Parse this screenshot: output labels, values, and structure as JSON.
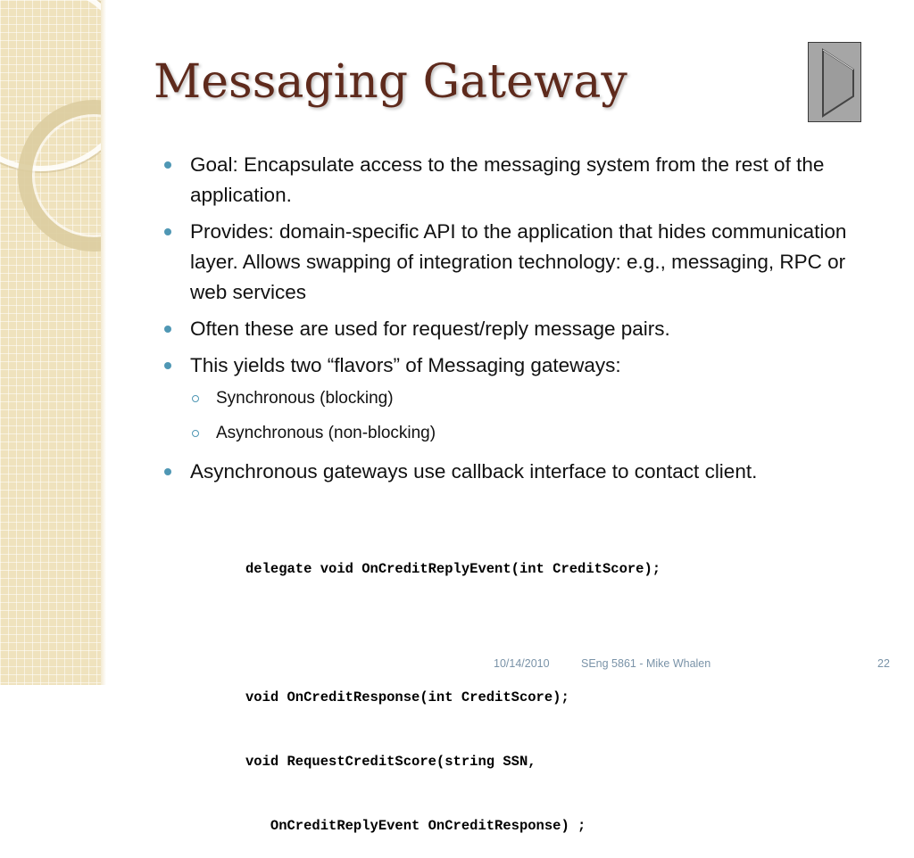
{
  "slide": {
    "title": "Messaging Gateway",
    "bullets": [
      "Goal: Encapsulate access to the messaging system from the rest of the application.",
      "Provides: domain-specific API to the application that hides communication layer.  Allows swapping of integration technology: e.g., messaging, RPC or web services",
      "Often these are used for request/reply message pairs.",
      "This yields two “flavors” of Messaging gateways:"
    ],
    "sub_bullets": [
      "Synchronous (blocking)",
      "Asynchronous (non-blocking)"
    ],
    "final_bullet": "Asynchronous gateways use callback interface to contact client.",
    "code_lines": [
      "delegate void OnCreditReplyEvent(int CreditScore);",
      "",
      "void OnCreditResponse(int CreditScore);",
      "void RequestCreditScore(string SSN,",
      "   OnCreditReplyEvent OnCreditResponse) ;"
    ]
  },
  "footer": {
    "date": "10/14/2010",
    "center": "SEng 5861 - Mike Whalen",
    "page_number": "22"
  },
  "nav_button": {
    "icon": "play-forward-icon"
  },
  "colors": {
    "title": "#5e2a1c",
    "bullet_marker": "#4f97b4",
    "footer_text": "#7a93a8",
    "left_strip": "#efe2bd"
  }
}
